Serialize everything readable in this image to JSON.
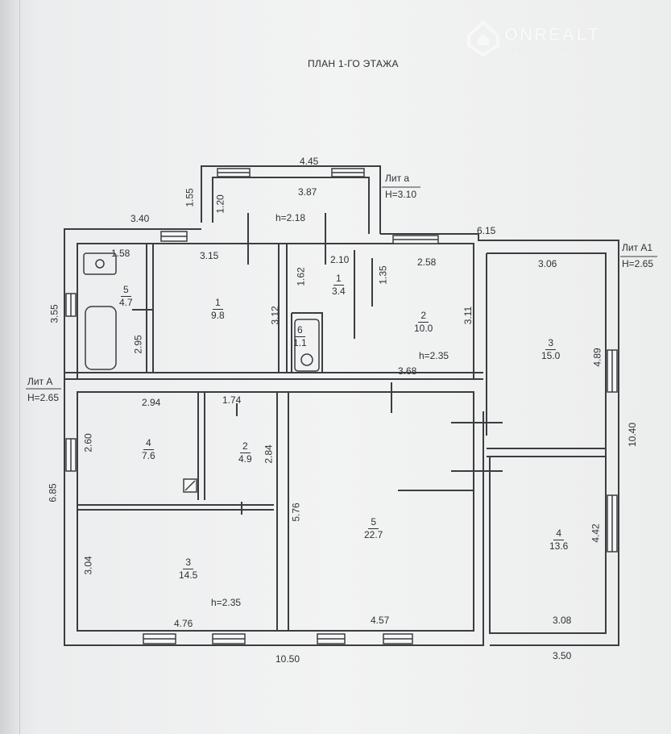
{
  "title": "ПЛАН 1-ГО ЭТАЖА",
  "watermark": {
    "brand": "ONREALT",
    "subtitle": "недвижимость"
  },
  "lit": {
    "a": {
      "name": "Лит а",
      "height": "H=3.10"
    },
    "A": {
      "name": "Лит А",
      "height": "H=2.65"
    },
    "A1": {
      "name": "Лит А1",
      "height": "H=2.65"
    }
  },
  "rooms": [
    {
      "id": "veranda-1",
      "number": "1",
      "area": "3.4"
    },
    {
      "id": "veranda-2",
      "number": "2",
      "area": "10.0"
    },
    {
      "id": "veranda-6",
      "number": "6",
      "area": "1.1"
    },
    {
      "id": "veranda-5",
      "number": "5",
      "area": "4.7"
    },
    {
      "id": "veranda-1b",
      "number": "1",
      "area": "9.8"
    },
    {
      "id": "a1-room-3",
      "number": "3",
      "area": "15.0"
    },
    {
      "id": "a1-room-4",
      "number": "4",
      "area": "13.6"
    },
    {
      "id": "a-room-4",
      "number": "4",
      "area": "7.6"
    },
    {
      "id": "a-room-2",
      "number": "2",
      "area": "4.9"
    },
    {
      "id": "a-room-3",
      "number": "3",
      "area": "14.5"
    },
    {
      "id": "a-room-5",
      "number": "5",
      "area": "22.7"
    }
  ],
  "dimensions": {
    "porch_outer": "4.45",
    "porch_inner": "3.87",
    "porch_depth_outer": "1.55",
    "porch_depth_inner": "1.20",
    "porch_height": "h=2.18",
    "top_left": "3.40",
    "top_right": "6.15",
    "bath_width": "1.58",
    "room1_width": "3.15",
    "hall_width": "2.10",
    "room2_width": "2.58",
    "room3_width": "3.06",
    "left_depth": "3.55",
    "bath_depth": "2.95",
    "room1_depth": "3.12",
    "hall_depth_a": "1.62",
    "hall_depth_b": "1.35",
    "room2_depth": "3.11",
    "room3_depth": "4.89",
    "veranda_height": "h=2.35",
    "mid_width": "3.68",
    "room4_width": "2.94",
    "room2a_width": "1.74",
    "room4_depth": "2.60",
    "room2a_depth": "2.84",
    "left_total": "6.85",
    "room5_depth": "5.76",
    "room3a_depth": "3.04",
    "main_height": "h=2.35",
    "room3a_width": "4.76",
    "room5_width": "4.57",
    "room4b_width": "3.08",
    "room4b_depth": "4.42",
    "right_total": "10.40",
    "bottom_left": "10.50",
    "bottom_right": "3.50"
  },
  "colors": {
    "wall": "#3a3d41",
    "paper": "#f2f3f3",
    "ink": "#2e3135"
  }
}
